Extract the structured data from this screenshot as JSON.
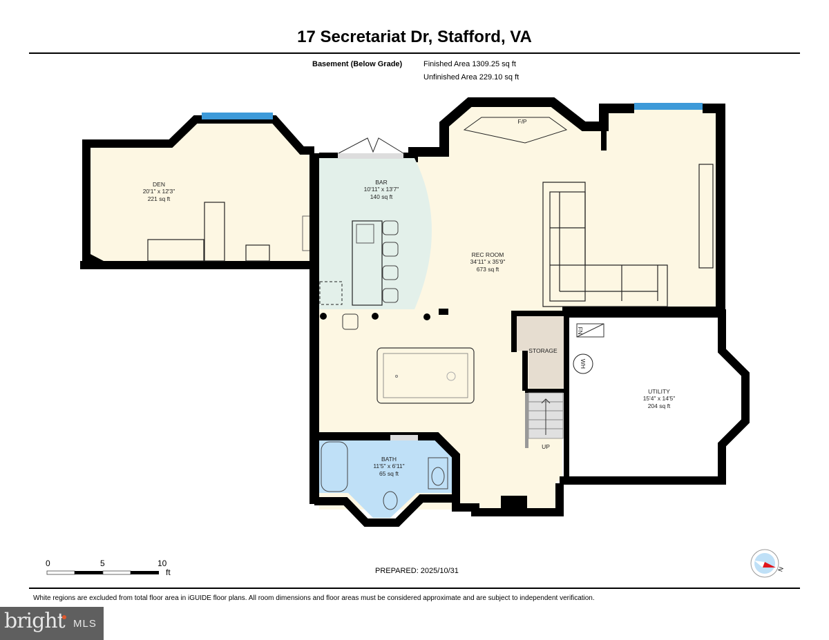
{
  "header": {
    "title": "17 Secretariat Dr, Stafford, VA",
    "level": "Basement (Below Grade)",
    "finished_area": "Finished Area 1309.25 sq ft",
    "unfinished_area": "Unfinished Area 229.10 sq ft"
  },
  "rooms": {
    "den": {
      "name": "DEN",
      "dims": "20'1\" x 12'3\"",
      "area": "221 sq ft"
    },
    "bar": {
      "name": "BAR",
      "dims": "10'11\" x 13'7\"",
      "area": "140 sq ft"
    },
    "rec": {
      "name": "REC ROOM",
      "dims": "34'11\" x 35'9\"",
      "area": "673 sq ft"
    },
    "utility": {
      "name": "UTILITY",
      "dims": "15'4\" x 14'5\"",
      "area": "204 sq ft"
    },
    "bath": {
      "name": "BATH",
      "dims": "11'5\" x 6'11\"",
      "area": "65 sq ft"
    },
    "storage": {
      "name": "STORAGE"
    }
  },
  "fixtures": {
    "fireplace": "F/P",
    "water_heater": "WH",
    "furnace": "FN",
    "stairs": "UP"
  },
  "scale": {
    "ticks": [
      "0",
      "5",
      "10"
    ],
    "unit": "ft"
  },
  "footer": {
    "prepared": "PREPARED: 2025/10/31",
    "disclaimer": "White regions are excluded from total floor area in iGUIDE floor plans. All room dimensions and floor areas must be considered approximate and are subject to independent verification.",
    "logo_brand": "bright",
    "logo_suffix": "MLS",
    "compass_label": "N"
  },
  "colors": {
    "wall": "#000000",
    "finished_fill": "#fdf7e3",
    "bar_fill": "#e3f0ea",
    "bath_fill": "#bfe0f7",
    "storage_fill": "#e6ddd0",
    "window": "#3d9ad9",
    "compass_red": "#e0151b"
  }
}
